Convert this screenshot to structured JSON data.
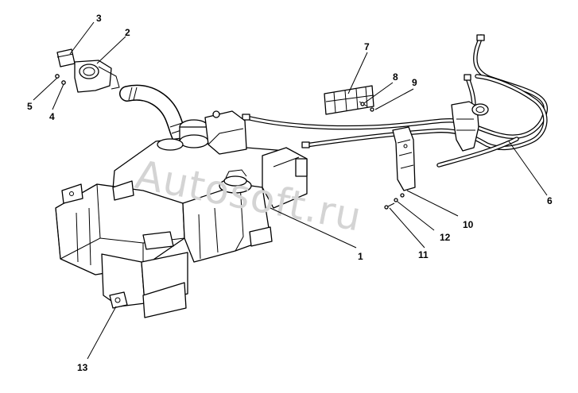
{
  "diagram": {
    "watermark": "Autosoft.ru",
    "callouts": {
      "c1": "1",
      "c2": "2",
      "c3": "3",
      "c4": "4",
      "c5": "5",
      "c6": "6",
      "c7": "7",
      "c8": "8",
      "c9": "9",
      "c10": "10",
      "c11": "11",
      "c12": "12",
      "c13": "13"
    }
  }
}
